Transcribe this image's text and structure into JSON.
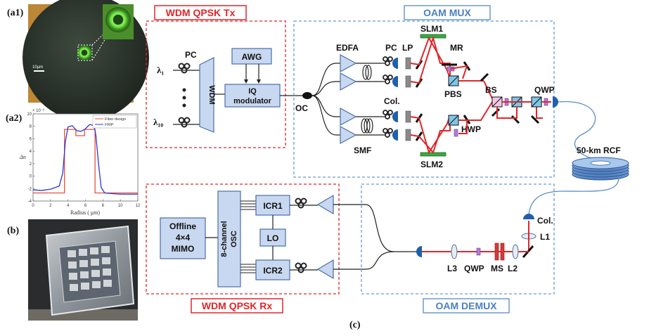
{
  "panels": {
    "a1": "(a1)",
    "a2": "(a2)",
    "b": "(b)",
    "c": "(c)",
    "a1_scale": "10μm"
  },
  "a2_chart": {
    "exponent": "× 10⁻³",
    "ylabel": "Δn",
    "xlabel": "Radius ( μm)",
    "legend": [
      "Fiber design",
      "FRIP"
    ]
  },
  "chart_data": {
    "type": "line",
    "title": "",
    "xlabel": "Radius ( μm)",
    "ylabel": "Δn",
    "xlim": [
      0,
      12
    ],
    "ylim": [
      -4,
      10
    ],
    "xticks": [
      "0",
      "2",
      "4",
      "6",
      "8",
      "10",
      "12"
    ],
    "yticks": [
      "-4",
      "-2",
      "0",
      "2",
      "4",
      "6",
      "8",
      "10"
    ],
    "legend_position": "top-right",
    "series": [
      {
        "name": "Fiber design",
        "color": "#e8503a",
        "x": [
          0,
          3.6,
          3.6,
          4.9,
          4.9,
          5.9,
          5.9,
          7.1,
          7.1,
          12
        ],
        "y": [
          -2.7,
          -2.7,
          7.5,
          7.5,
          6.5,
          6.5,
          7.5,
          7.5,
          -2.7,
          -2.7
        ]
      },
      {
        "name": "FRIP",
        "color": "#2d35d8",
        "x": [
          0,
          1,
          2,
          3,
          3.4,
          3.7,
          4.0,
          4.5,
          5.0,
          5.5,
          6.0,
          6.5,
          7.0,
          7.2,
          7.5,
          7.8,
          8.2,
          9,
          10,
          11,
          12
        ],
        "y": [
          -2.2,
          -2.3,
          -2.1,
          -1.6,
          0.5,
          5.5,
          7.9,
          8.1,
          7.3,
          7.2,
          7.6,
          8.3,
          8.1,
          6.5,
          2.0,
          -1.8,
          -2.7,
          -2.8,
          -2.9,
          -2.9,
          -2.9
        ]
      }
    ]
  },
  "tx": {
    "title": "WDM QPSK Tx",
    "pc": "PC",
    "lambda1": "λ₁",
    "lambda10": "λ₁₀",
    "wdm": "WDM",
    "awg": "AWG",
    "iq_line1": "IQ",
    "iq_line2": "modulator",
    "oc": "OC"
  },
  "mux": {
    "title": "OAM MUX",
    "edfa": "EDFA",
    "pc": "PC",
    "lp": "LP",
    "slm1": "SLM1",
    "mr": "MR",
    "pbs": "PBS",
    "bs": "BS",
    "qwp": "QWP",
    "col": "Col.",
    "hwp": "HWP",
    "smf": "SMF",
    "slm2": "SLM2"
  },
  "fiber": {
    "label": "50-km RCF"
  },
  "rx": {
    "title": "WDM QPSK Rx",
    "offline1": "Offline",
    "offline2": "4×4",
    "offline3": "MIMO",
    "osc1": "8-channel",
    "osc2": "OSC",
    "icr1": "ICR1",
    "lo": "LO",
    "icr2": "ICR2"
  },
  "demux": {
    "title": "OAM DEMUX",
    "col": "Col.",
    "l1": "L1",
    "l2": "L2",
    "l3": "L3",
    "qwp": "QWP",
    "ms": "MS"
  },
  "colors": {
    "red": "#e0262a",
    "blue_dash": "#6b9bd1",
    "block_fill": "#c8d8f0",
    "block_stroke": "#4a6fa8",
    "beam": "#e0262a",
    "fiber": "#5b8ccc"
  }
}
